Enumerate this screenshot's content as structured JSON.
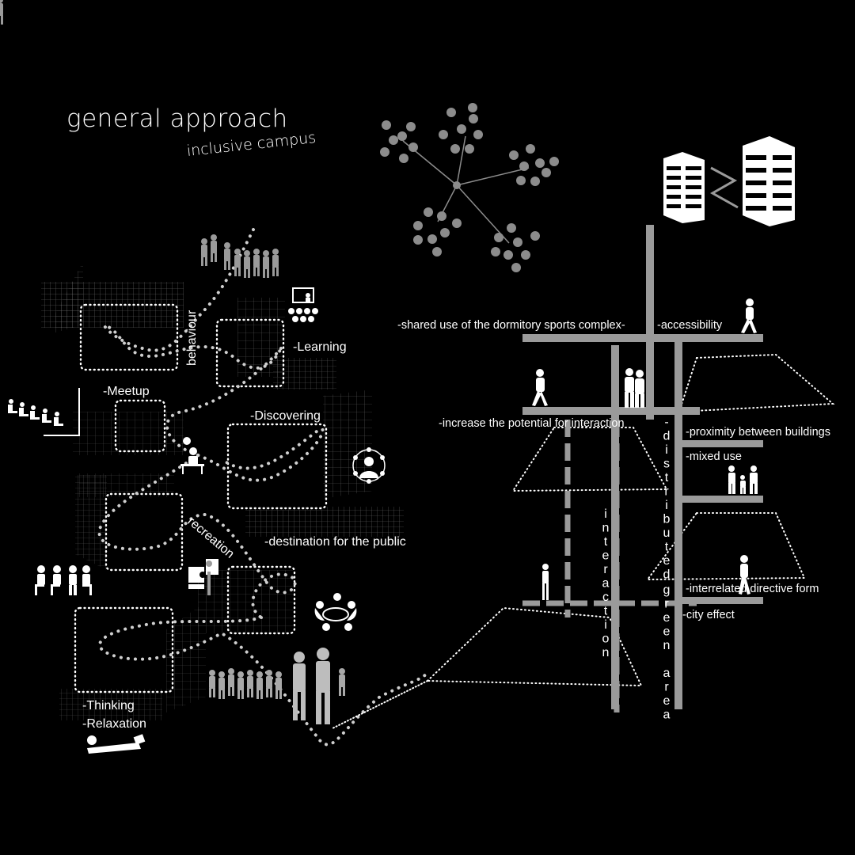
{
  "header": {
    "title": "general approach",
    "subtitle": "inclusive campus"
  },
  "left_labels": {
    "behaviour": "behaviour",
    "learning": "-Learning",
    "meetup": "-Meetup",
    "discovering": "-Discovering",
    "destination": "-destination for the public",
    "recreation": "recreation",
    "thinking": "-Thinking",
    "relaxation": "-Relaxation"
  },
  "right_labels": {
    "shared_use": "-shared use of the dormitory sports complex-",
    "accessibility": "-accessibility",
    "increase_potential": "-increase the potential for interaction",
    "proximity": "-proximity between buildings",
    "mixed_use": "-mixed use",
    "interrelated": "-interrelated directive form",
    "city_effect": "-city effect",
    "interaction_vertical": "interaction",
    "distributed_vertical": "-distributed",
    "green_area_vertical": "green area"
  },
  "colors": {
    "background": "#000000",
    "foreground": "#ffffff",
    "bar": "#9a9a9a",
    "grid": "#8a8a8a",
    "node": "#8c8c8c"
  },
  "icons": [
    "crowd-icon",
    "audience-icon",
    "seated-row-icon",
    "desk-person-icon",
    "network-person-icon",
    "group-seated-icon",
    "puzzle-icon",
    "meeting-table-icon",
    "lying-reader-icon",
    "walker-icon",
    "buildings-icon",
    "cluster-network-icon"
  ]
}
